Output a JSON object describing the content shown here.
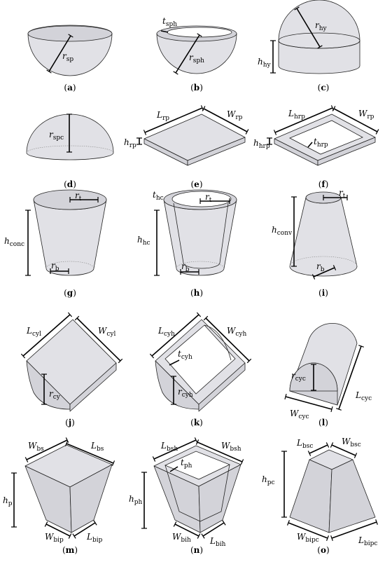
{
  "panels": [
    {
      "id": "a",
      "caption": "a",
      "labels": [
        {
          "main": "r",
          "sub": "sp"
        }
      ]
    },
    {
      "id": "b",
      "caption": "b",
      "labels": [
        {
          "main": "t",
          "sub": "sph"
        },
        {
          "main": "r",
          "sub": "sph"
        }
      ]
    },
    {
      "id": "c",
      "caption": "c",
      "labels": [
        {
          "main": "r",
          "sub": "hy"
        },
        {
          "main": "h",
          "sub": "hy"
        }
      ]
    },
    {
      "id": "d",
      "caption": "d",
      "labels": [
        {
          "main": "r",
          "sub": "spc"
        }
      ]
    },
    {
      "id": "e",
      "caption": "e",
      "labels": [
        {
          "main": "L",
          "sub": "rp"
        },
        {
          "main": "W",
          "sub": "rp"
        },
        {
          "main": "h",
          "sub": "rp"
        }
      ]
    },
    {
      "id": "f",
      "caption": "f",
      "labels": [
        {
          "main": "L",
          "sub": "hrp"
        },
        {
          "main": "W",
          "sub": "rp"
        },
        {
          "main": "h",
          "sub": "hrp"
        },
        {
          "main": "t",
          "sub": "hrp"
        }
      ]
    },
    {
      "id": "g",
      "caption": "g",
      "labels": [
        {
          "main": "r",
          "sub": "t"
        },
        {
          "main": "h",
          "sub": "conc"
        },
        {
          "main": "r",
          "sub": "b"
        }
      ]
    },
    {
      "id": "h",
      "caption": "h",
      "labels": [
        {
          "main": "t",
          "sub": "hc"
        },
        {
          "main": "r",
          "sub": "t"
        },
        {
          "main": "h",
          "sub": "hc"
        },
        {
          "main": "r",
          "sub": "b"
        }
      ]
    },
    {
      "id": "i",
      "caption": "i",
      "labels": [
        {
          "main": "r",
          "sub": "t"
        },
        {
          "main": "h",
          "sub": "conv"
        },
        {
          "main": "r",
          "sub": "b"
        }
      ]
    },
    {
      "id": "j",
      "caption": "j",
      "labels": [
        {
          "main": "L",
          "sub": "cyl"
        },
        {
          "main": "W",
          "sub": "cyl"
        },
        {
          "main": "r",
          "sub": "cy"
        }
      ]
    },
    {
      "id": "k",
      "caption": "k",
      "labels": [
        {
          "main": "L",
          "sub": "cyh"
        },
        {
          "main": "W",
          "sub": "cyh"
        },
        {
          "main": "t",
          "sub": "cyh"
        },
        {
          "main": "r",
          "sub": "cyh"
        }
      ]
    },
    {
      "id": "l",
      "caption": "l",
      "labels": [
        {
          "main": "r",
          "sub": "cyc"
        },
        {
          "main": "W",
          "sub": "cyc"
        },
        {
          "main": "L",
          "sub": "cyc"
        }
      ]
    },
    {
      "id": "m",
      "caption": "m",
      "labels": [
        {
          "main": "W",
          "sub": "bs"
        },
        {
          "main": "L",
          "sub": "bs"
        },
        {
          "main": "h",
          "sub": "p"
        },
        {
          "main": "W",
          "sub": "bip"
        },
        {
          "main": "L",
          "sub": "bip"
        }
      ]
    },
    {
      "id": "n",
      "caption": "n",
      "labels": [
        {
          "main": "L",
          "sub": "bsh"
        },
        {
          "main": "W",
          "sub": "bsh"
        },
        {
          "main": "t",
          "sub": "ph"
        },
        {
          "main": "h",
          "sub": "ph"
        },
        {
          "main": "W",
          "sub": "bih"
        },
        {
          "main": "L",
          "sub": "bih"
        }
      ]
    },
    {
      "id": "o",
      "caption": "o",
      "labels": [
        {
          "main": "L",
          "sub": "bsc"
        },
        {
          "main": "W",
          "sub": "bsc"
        },
        {
          "main": "h",
          "sub": "pc"
        },
        {
          "main": "W",
          "sub": "bipc"
        },
        {
          "main": "L",
          "sub": "bipc"
        }
      ]
    }
  ]
}
